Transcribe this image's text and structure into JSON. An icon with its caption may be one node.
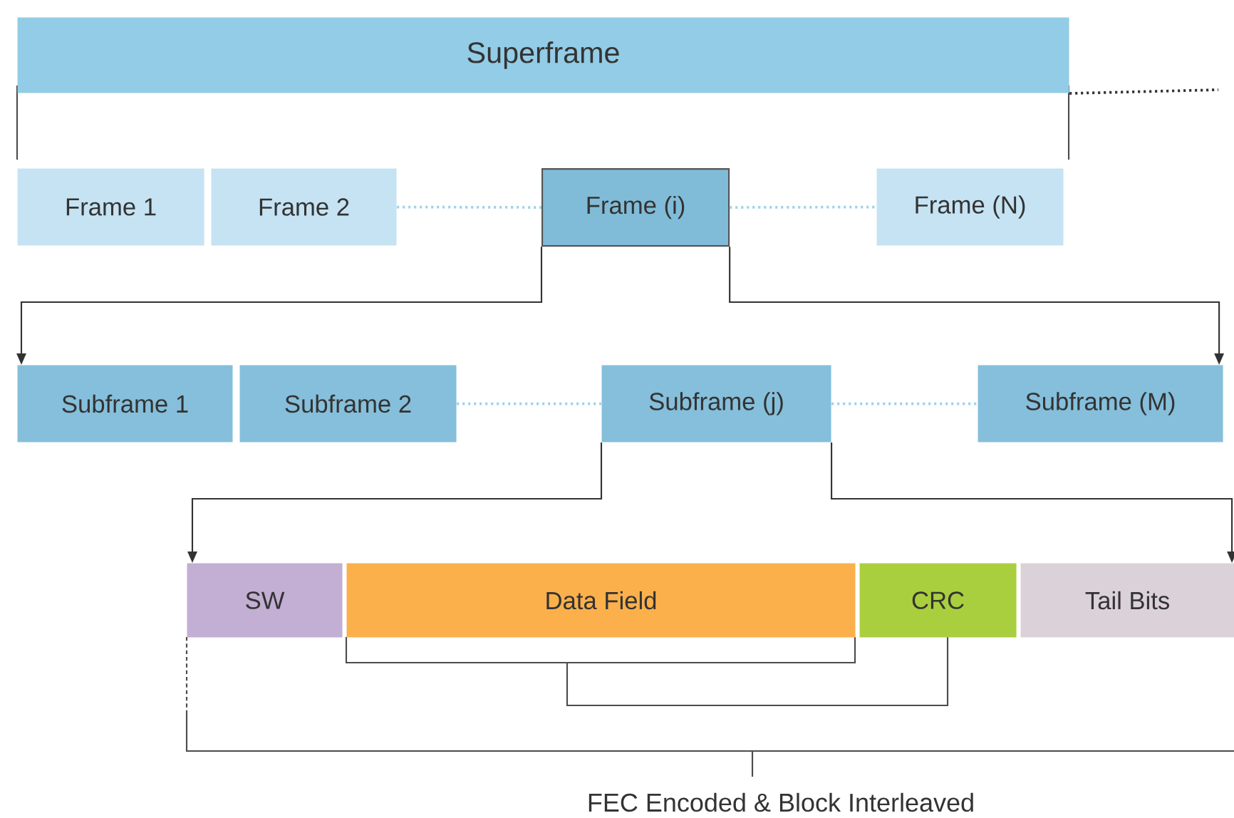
{
  "diagram": {
    "nodes": [
      {
        "text": [
          "Superframe"
        ]
      },
      {
        "text": [
          "Frame 1"
        ]
      },
      {
        "text": [
          "Frame 2"
        ]
      },
      {
        "text": [
          "Frame (i)"
        ]
      },
      {
        "text": [
          "Frame (N)"
        ]
      },
      {
        "text": [
          "Subframe 1"
        ]
      },
      {
        "text": [
          "Subframe 2"
        ]
      },
      {
        "text": [
          "Subframe (j)"
        ]
      },
      {
        "text": [
          "Subframe (M)"
        ]
      },
      {
        "text": [
          "SW"
        ]
      },
      {
        "text": [
          "Data Field"
        ]
      },
      {
        "text": [
          "CRC"
        ]
      },
      {
        "text": [
          "Tail Bits"
        ]
      }
    ],
    "edges": [
      {
        "from": 0,
        "to": null,
        "arrow": "none",
        "style": "dashed"
      },
      {
        "from": 2,
        "to": 3,
        "arrow": "none",
        "style": "dashed",
        "color": "#9fd3ea"
      },
      {
        "from": 3,
        "to": 4,
        "arrow": "none",
        "style": "dashed",
        "color": "#9fd3ea"
      },
      {
        "from": 3,
        "to": 5,
        "arrow": "to"
      },
      {
        "from": 3,
        "to": 8,
        "arrow": "to"
      },
      {
        "from": 6,
        "to": 7,
        "arrow": "none",
        "style": "dashed",
        "color": "#9fd3ea"
      },
      {
        "from": 7,
        "to": 8,
        "arrow": "none",
        "style": "dashed",
        "color": "#9fd3ea"
      },
      {
        "from": 7,
        "to": 9,
        "arrow": "to"
      },
      {
        "from": 7,
        "to": 12,
        "arrow": "to"
      }
    ],
    "labels": [
      "FEC Encoded & Block Interleaved"
    ]
  }
}
